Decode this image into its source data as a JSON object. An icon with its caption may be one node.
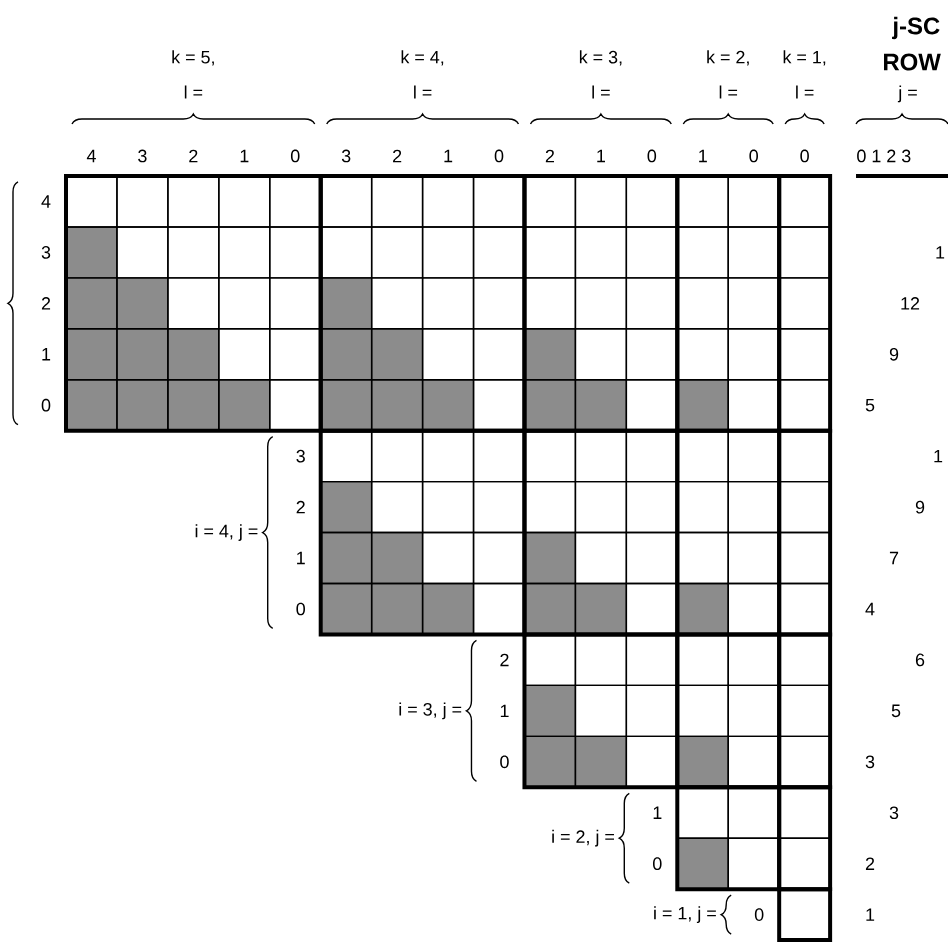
{
  "diagram": {
    "labels": [
      "j-SC",
      "k = 5,",
      "k = 4,",
      "k = 3,",
      "k = 2,",
      "k = 1,",
      "ROW",
      "l =",
      "l =",
      "l =",
      "l =",
      "l =",
      "j =",
      "4",
      "3",
      "2",
      "1",
      "0",
      "3",
      "2",
      "1",
      "0",
      "2",
      "1",
      "0",
      "1",
      "0",
      "0",
      "0 1 2 3",
      "4",
      "3",
      "1",
      "2",
      "12",
      "1",
      "9",
      "0",
      "5",
      "3",
      "1",
      "2",
      "9",
      "i = 4, j =",
      "1",
      "7",
      "0",
      "4",
      "2",
      "6",
      "i = 3, j =",
      "1",
      "5",
      "0",
      "3",
      "1",
      "3",
      "i = 2, j =",
      "0",
      "2",
      "i = 1, j =",
      "0",
      "1"
    ]
  }
}
